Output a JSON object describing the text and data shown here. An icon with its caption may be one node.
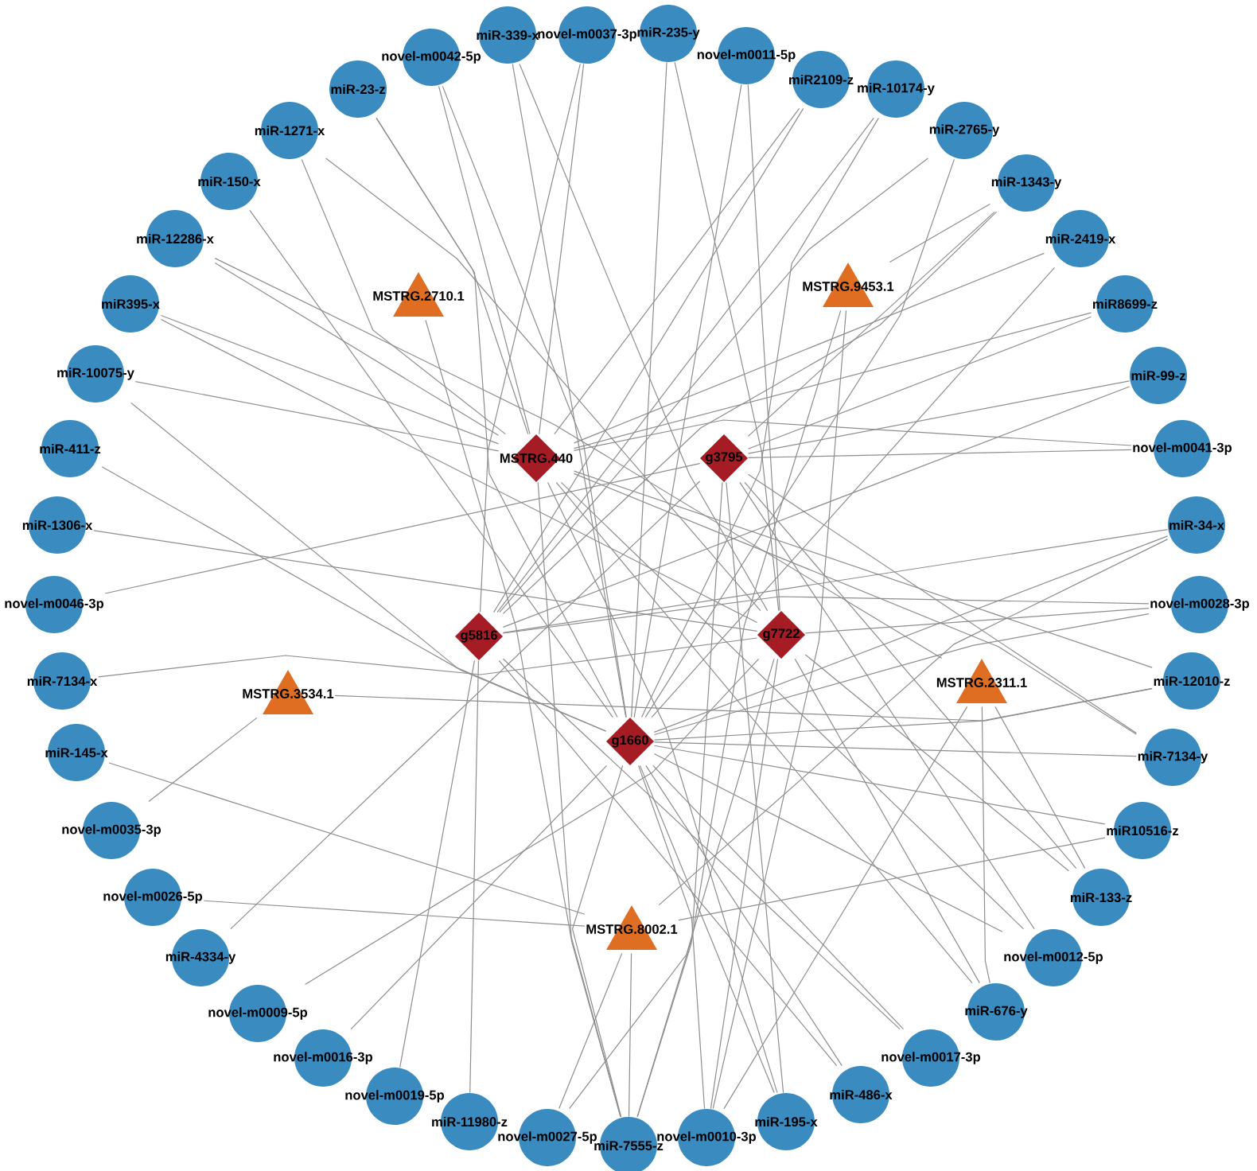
{
  "diagram": {
    "nodes": [
      {
        "text": [
          "novel-m0037-3p"
        ]
      },
      {
        "text": [
          "miR-235-y"
        ]
      },
      {
        "text": [
          "novel-m0011-5p"
        ]
      },
      {
        "text": [
          "miR2109-z"
        ]
      },
      {
        "text": [
          "miR-10174-y"
        ]
      },
      {
        "text": [
          "miR-2765-y"
        ]
      },
      {
        "text": [
          "miR-1343-y"
        ]
      },
      {
        "text": [
          "miR-2419-x"
        ]
      },
      {
        "text": [
          "miR8699-z"
        ]
      },
      {
        "text": [
          "miR-99-z"
        ]
      },
      {
        "text": [
          "novel-m0041-3p"
        ]
      },
      {
        "text": [
          "miR-34-x"
        ]
      },
      {
        "text": [
          "novel-m0028-3p"
        ]
      },
      {
        "text": [
          "miR-12010-z"
        ]
      },
      {
        "text": [
          "miR-7134-y"
        ]
      },
      {
        "text": [
          "miR10516-z"
        ]
      },
      {
        "text": [
          "miR-133-z"
        ]
      },
      {
        "text": [
          "novel-m0012-5p"
        ]
      },
      {
        "text": [
          "miR-676-y"
        ]
      },
      {
        "text": [
          "novel-m0017-3p"
        ]
      },
      {
        "text": [
          "miR-486-x"
        ]
      },
      {
        "text": [
          "miR-195-x"
        ]
      },
      {
        "text": [
          "novel-m0010-3p"
        ]
      },
      {
        "text": [
          "miR-7555-z"
        ]
      },
      {
        "text": [
          "novel-m0027-5p"
        ]
      },
      {
        "text": [
          "miR-11980-z"
        ]
      },
      {
        "text": [
          "novel-m0019-5p"
        ]
      },
      {
        "text": [
          "novel-m0016-3p"
        ]
      },
      {
        "text": [
          "novel-m0009-5p"
        ]
      },
      {
        "text": [
          "miR-4334-y"
        ]
      },
      {
        "text": [
          "novel-m0026-5p"
        ]
      },
      {
        "text": [
          "novel-m0035-3p"
        ]
      },
      {
        "text": [
          "miR-145-x"
        ]
      },
      {
        "text": [
          "miR-7134-x"
        ]
      },
      {
        "text": [
          "novel-m0046-3p"
        ]
      },
      {
        "text": [
          "miR-1306-x"
        ]
      },
      {
        "text": [
          "miR-411-z"
        ]
      },
      {
        "text": [
          "miR-10075-y"
        ]
      },
      {
        "text": [
          "miR395-x"
        ]
      },
      {
        "text": [
          "miR-12286-x"
        ]
      },
      {
        "text": [
          "miR-150-x"
        ]
      },
      {
        "text": [
          "miR-1271-x"
        ]
      },
      {
        "text": [
          "miR-23-z"
        ]
      },
      {
        "text": [
          "novel-m0042-5p"
        ]
      },
      {
        "text": [
          "miR-339-x"
        ]
      },
      {
        "text": [
          "MSTRG.440"
        ]
      },
      {
        "text": [
          "g3795"
        ]
      },
      {
        "text": [
          "g5816"
        ]
      },
      {
        "text": [
          "g7722"
        ]
      },
      {
        "text": [
          "g1660"
        ]
      },
      {
        "text": [
          "MSTRG.2710.1"
        ]
      },
      {
        "text": [
          "MSTRG.9453.1"
        ]
      },
      {
        "text": [
          "MSTRG.3534.1"
        ]
      },
      {
        "text": [
          "MSTRG.2311.1"
        ]
      },
      {
        "text": [
          "MSTRG.8002.1"
        ]
      }
    ],
    "edges": [
      {
        "from": 0,
        "to": 45,
        "arrow": "none"
      },
      {
        "from": 0,
        "to": 47,
        "arrow": "none"
      },
      {
        "from": 1,
        "to": 49,
        "arrow": "none"
      },
      {
        "from": 1,
        "to": 48,
        "arrow": "none"
      },
      {
        "from": 2,
        "to": 49,
        "arrow": "none"
      },
      {
        "from": 2,
        "to": 48,
        "arrow": "none"
      },
      {
        "from": 3,
        "to": 47,
        "arrow": "none"
      },
      {
        "from": 3,
        "to": 45,
        "arrow": "none"
      },
      {
        "from": 4,
        "to": 47,
        "arrow": "none"
      },
      {
        "from": 4,
        "to": 49,
        "arrow": "none"
      },
      {
        "from": 5,
        "to": 47,
        "arrow": "none"
      },
      {
        "from": 5,
        "to": 49,
        "arrow": "none"
      },
      {
        "from": 6,
        "to": 46,
        "arrow": "none"
      },
      {
        "from": 6,
        "to": 47,
        "arrow": "none"
      },
      {
        "from": 6,
        "to": 51,
        "arrow": "none"
      },
      {
        "from": 7,
        "to": 45,
        "arrow": "none"
      },
      {
        "from": 7,
        "to": 49,
        "arrow": "none"
      },
      {
        "from": 8,
        "to": 45,
        "arrow": "none"
      },
      {
        "from": 8,
        "to": 46,
        "arrow": "none"
      },
      {
        "from": 9,
        "to": 47,
        "arrow": "none"
      },
      {
        "from": 9,
        "to": 46,
        "arrow": "none"
      },
      {
        "from": 10,
        "to": 45,
        "arrow": "none"
      },
      {
        "from": 10,
        "to": 46,
        "arrow": "none"
      },
      {
        "from": 11,
        "to": 47,
        "arrow": "none"
      },
      {
        "from": 11,
        "to": 49,
        "arrow": "none"
      },
      {
        "from": 11,
        "to": 54,
        "arrow": "none"
      },
      {
        "from": 12,
        "to": 47,
        "arrow": "none"
      },
      {
        "from": 12,
        "to": 48,
        "arrow": "none"
      },
      {
        "from": 12,
        "to": 49,
        "arrow": "none"
      },
      {
        "from": 13,
        "to": 45,
        "arrow": "none"
      },
      {
        "from": 13,
        "to": 49,
        "arrow": "none"
      },
      {
        "from": 13,
        "to": 52,
        "arrow": "none"
      },
      {
        "from": 14,
        "to": 46,
        "arrow": "none"
      },
      {
        "from": 14,
        "to": 45,
        "arrow": "none"
      },
      {
        "from": 14,
        "to": 49,
        "arrow": "none"
      },
      {
        "from": 15,
        "to": 49,
        "arrow": "none"
      },
      {
        "from": 15,
        "to": 54,
        "arrow": "none"
      },
      {
        "from": 16,
        "to": 46,
        "arrow": "none"
      },
      {
        "from": 16,
        "to": 48,
        "arrow": "none"
      },
      {
        "from": 16,
        "to": 53,
        "arrow": "none"
      },
      {
        "from": 17,
        "to": 45,
        "arrow": "none"
      },
      {
        "from": 17,
        "to": 46,
        "arrow": "none"
      },
      {
        "from": 17,
        "to": 49,
        "arrow": "none"
      },
      {
        "from": 18,
        "to": 45,
        "arrow": "none"
      },
      {
        "from": 18,
        "to": 48,
        "arrow": "none"
      },
      {
        "from": 18,
        "to": 53,
        "arrow": "none"
      },
      {
        "from": 19,
        "to": 47,
        "arrow": "none"
      },
      {
        "from": 19,
        "to": 49,
        "arrow": "none"
      },
      {
        "from": 20,
        "to": 47,
        "arrow": "none"
      },
      {
        "from": 20,
        "to": 49,
        "arrow": "none"
      },
      {
        "from": 21,
        "to": 45,
        "arrow": "none"
      },
      {
        "from": 21,
        "to": 46,
        "arrow": "none"
      },
      {
        "from": 21,
        "to": 49,
        "arrow": "none"
      },
      {
        "from": 22,
        "to": 48,
        "arrow": "none"
      },
      {
        "from": 22,
        "to": 49,
        "arrow": "none"
      },
      {
        "from": 22,
        "to": 53,
        "arrow": "none"
      },
      {
        "from": 22,
        "to": 51,
        "arrow": "none"
      },
      {
        "from": 23,
        "to": 45,
        "arrow": "none"
      },
      {
        "from": 23,
        "to": 46,
        "arrow": "none"
      },
      {
        "from": 23,
        "to": 49,
        "arrow": "none"
      },
      {
        "from": 23,
        "to": 50,
        "arrow": "none"
      },
      {
        "from": 23,
        "to": 54,
        "arrow": "none"
      },
      {
        "from": 23,
        "to": 51,
        "arrow": "none"
      },
      {
        "from": 24,
        "to": 48,
        "arrow": "none"
      },
      {
        "from": 24,
        "to": 54,
        "arrow": "none"
      },
      {
        "from": 25,
        "to": 47,
        "arrow": "none"
      },
      {
        "from": 26,
        "to": 47,
        "arrow": "none"
      },
      {
        "from": 27,
        "to": 49,
        "arrow": "none"
      },
      {
        "from": 28,
        "to": 48,
        "arrow": "none"
      },
      {
        "from": 29,
        "to": 46,
        "arrow": "none"
      },
      {
        "from": 30,
        "to": 54,
        "arrow": "none"
      },
      {
        "from": 31,
        "to": 52,
        "arrow": "none"
      },
      {
        "from": 32,
        "to": 54,
        "arrow": "none"
      },
      {
        "from": 33,
        "to": 48,
        "arrow": "none"
      },
      {
        "from": 34,
        "to": 46,
        "arrow": "none"
      },
      {
        "from": 35,
        "to": 48,
        "arrow": "none"
      },
      {
        "from": 36,
        "to": 49,
        "arrow": "none"
      },
      {
        "from": 37,
        "to": 45,
        "arrow": "none"
      },
      {
        "from": 37,
        "to": 49,
        "arrow": "none"
      },
      {
        "from": 38,
        "to": 45,
        "arrow": "none"
      },
      {
        "from": 38,
        "to": 48,
        "arrow": "none"
      },
      {
        "from": 39,
        "to": 45,
        "arrow": "none"
      },
      {
        "from": 39,
        "to": 53,
        "arrow": "none"
      },
      {
        "from": 40,
        "to": 49,
        "arrow": "none"
      },
      {
        "from": 41,
        "to": 45,
        "arrow": "none"
      },
      {
        "from": 41,
        "to": 48,
        "arrow": "none"
      },
      {
        "from": 42,
        "to": 45,
        "arrow": "none"
      },
      {
        "from": 42,
        "to": 49,
        "arrow": "none"
      },
      {
        "from": 43,
        "to": 45,
        "arrow": "none"
      },
      {
        "from": 43,
        "to": 49,
        "arrow": "none"
      },
      {
        "from": 44,
        "to": 49,
        "arrow": "none"
      },
      {
        "from": 44,
        "to": 48,
        "arrow": "none"
      }
    ]
  }
}
